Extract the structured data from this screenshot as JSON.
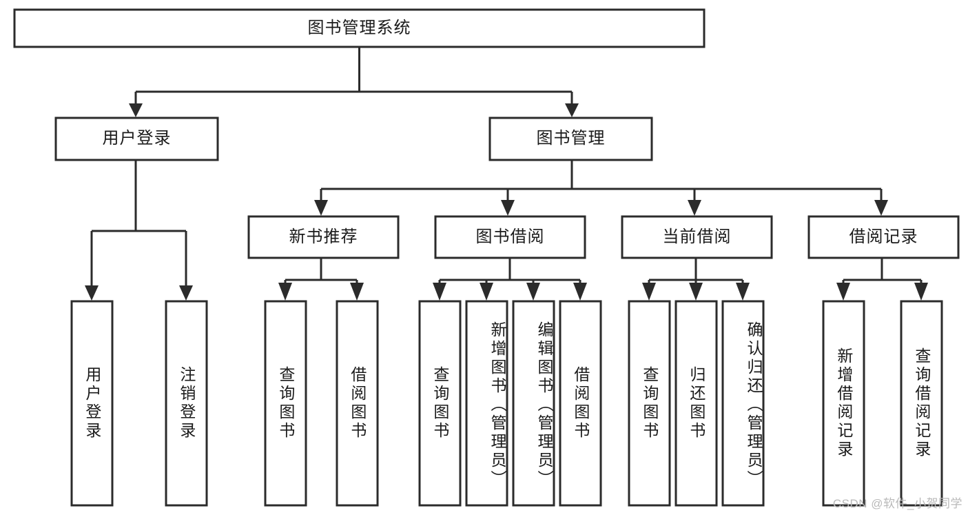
{
  "diagram": {
    "type": "tree",
    "title": "图书管理系统",
    "watermark": "CSDN @软件_小贺同学",
    "colors": {
      "stroke": "#2b2b2b",
      "fill": "#ffffff",
      "text": "#1a1a1a",
      "watermark": "#b9b9b9"
    },
    "levels": {
      "root": {
        "label": "图书管理系统"
      },
      "level2": [
        {
          "label": "用户登录"
        },
        {
          "label": "图书管理"
        }
      ],
      "level3": [
        {
          "label": "新书推荐"
        },
        {
          "label": "图书借阅"
        },
        {
          "label": "当前借阅"
        },
        {
          "label": "借阅记录"
        }
      ],
      "leaves": {
        "user_login": [
          {
            "label": "用户登录"
          },
          {
            "label": "注销登录"
          }
        ],
        "new_book": [
          {
            "label": "查询图书"
          },
          {
            "label": "借阅图书"
          }
        ],
        "book_borrow": [
          {
            "label": "查询图书"
          },
          {
            "label": "新增图书（管理员）"
          },
          {
            "label": "编辑图书（管理员）"
          },
          {
            "label": "借阅图书"
          }
        ],
        "current_borrow": [
          {
            "label": "查询图书"
          },
          {
            "label": "归还图书"
          },
          {
            "label": "确认归还（管理员）"
          }
        ],
        "borrow_record": [
          {
            "label": "新增借阅记录"
          },
          {
            "label": "查询借阅记录"
          }
        ]
      }
    }
  }
}
